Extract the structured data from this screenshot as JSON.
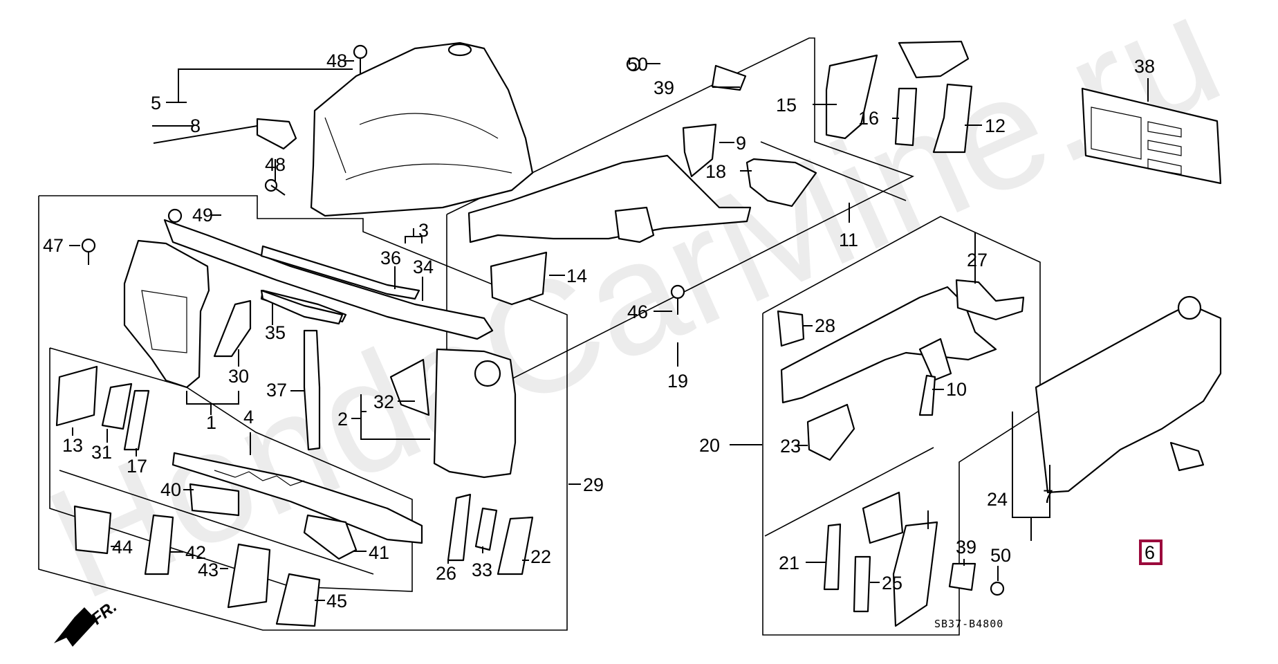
{
  "diagram": {
    "watermark": "HondaCarMine.ru",
    "drawing_code": "SB37-B4800",
    "front_indicator": "FR.",
    "highlighted_part": "6",
    "highlight_color": "#9b0a3c",
    "callouts": {
      "c1": "1",
      "c2": "2",
      "c3": "3",
      "c4": "4",
      "c5": "5",
      "c6": "6",
      "c7": "7",
      "c8": "8",
      "c9": "9",
      "c10": "10",
      "c11": "11",
      "c12": "12",
      "c13": "13",
      "c14": "14",
      "c15": "15",
      "c16": "16",
      "c17": "17",
      "c18": "18",
      "c19": "19",
      "c20": "20",
      "c21": "21",
      "c22": "22",
      "c23": "23",
      "c24": "24",
      "c25": "25",
      "c26": "26",
      "c27": "27",
      "c28": "28",
      "c29": "29",
      "c30": "30",
      "c31": "31",
      "c32": "32",
      "c33": "33",
      "c34": "34",
      "c35": "35",
      "c36": "36",
      "c37": "37",
      "c38": "38",
      "c39a": "39",
      "c39b": "39",
      "c40": "40",
      "c41": "41",
      "c42": "42",
      "c43": "43",
      "c44": "44",
      "c45": "45",
      "c46": "46",
      "c47": "47",
      "c48a": "48",
      "c48b": "48",
      "c49": "49",
      "c50a": "50",
      "c50b": "50"
    }
  }
}
